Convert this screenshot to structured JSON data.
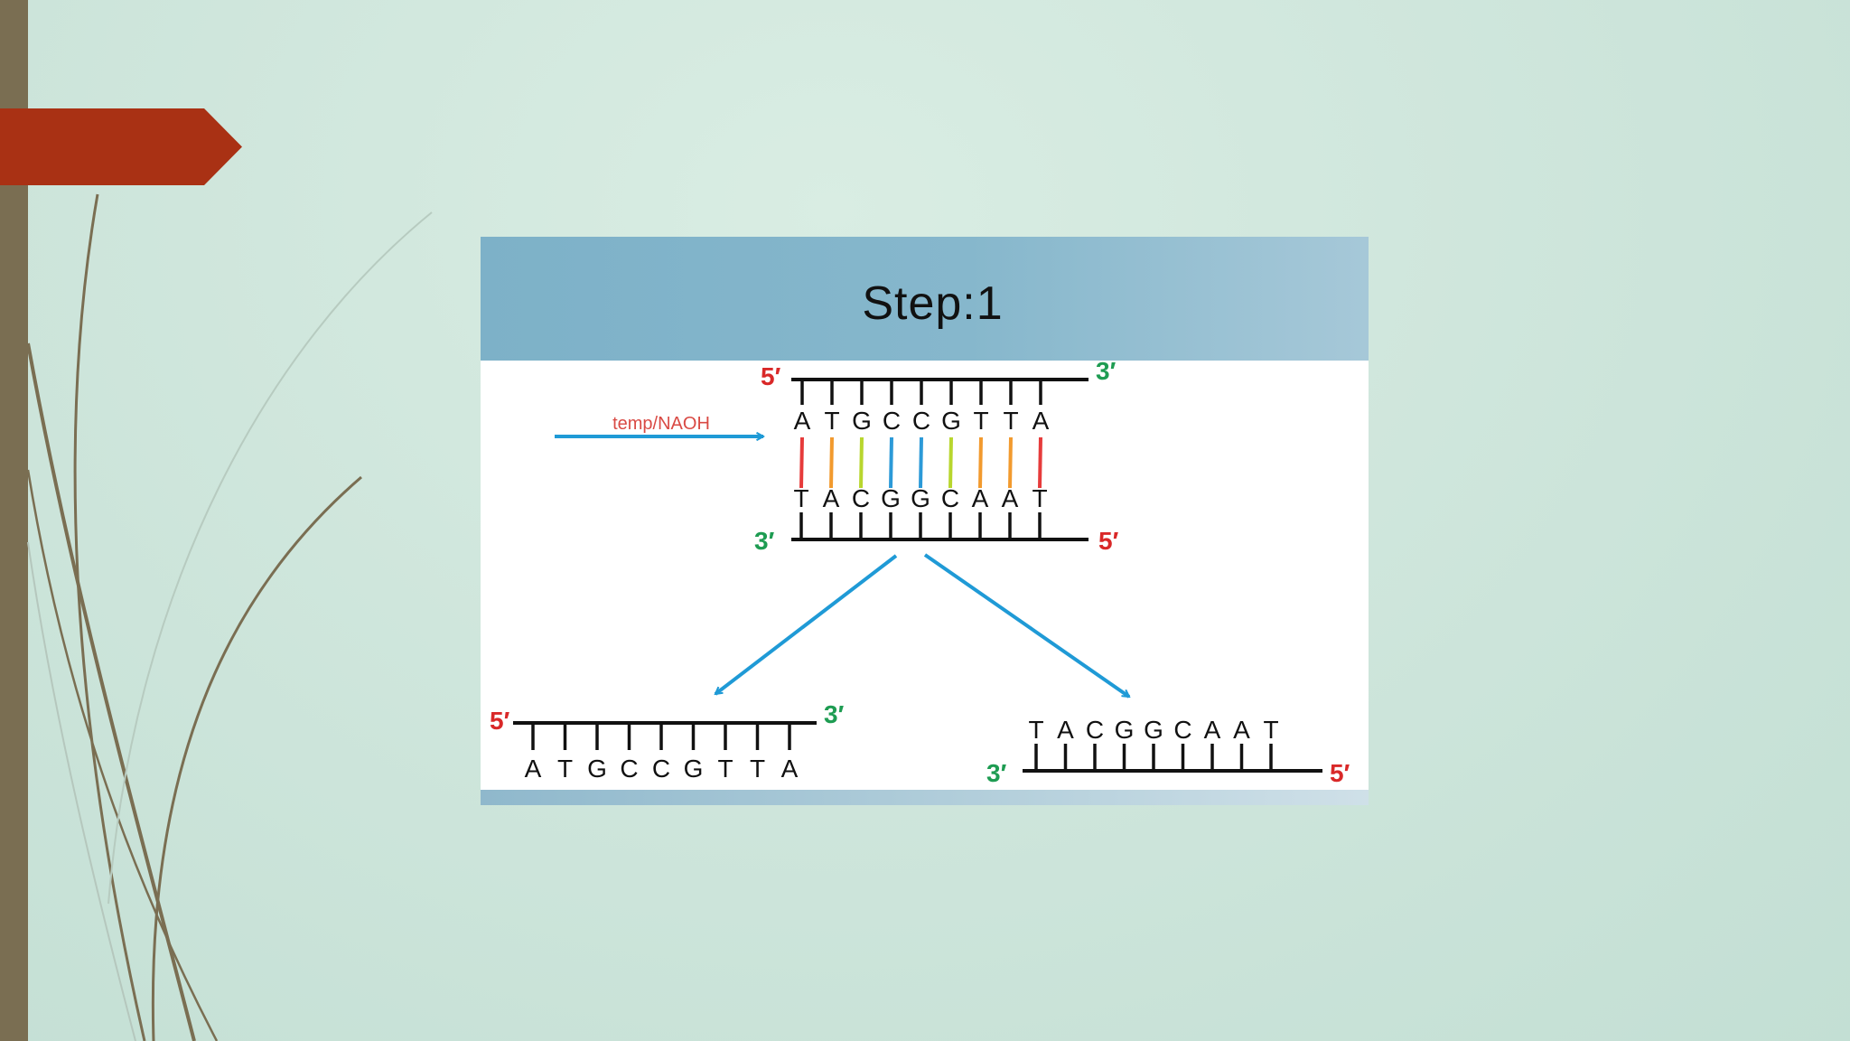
{
  "diagram": {
    "title": "Step:1",
    "arrow_label": "temp/NAOH",
    "top_strand": [
      "A",
      "T",
      "G",
      "C",
      "C",
      "G",
      "T",
      "T",
      "A"
    ],
    "bottom_strand": [
      "T",
      "A",
      "C",
      "G",
      "G",
      "C",
      "A",
      "A",
      "T"
    ],
    "end_5_prime": "5′",
    "end_3_prime": "3′",
    "pair_colors": [
      "#e63b3b",
      "#f29a2e",
      "#b8d62e",
      "#2c9ad8",
      "#2c9ad8",
      "#b8d62e",
      "#f29a2e",
      "#f29a2e",
      "#e63b3b"
    ],
    "arrow_color": "#1f9ad6"
  }
}
